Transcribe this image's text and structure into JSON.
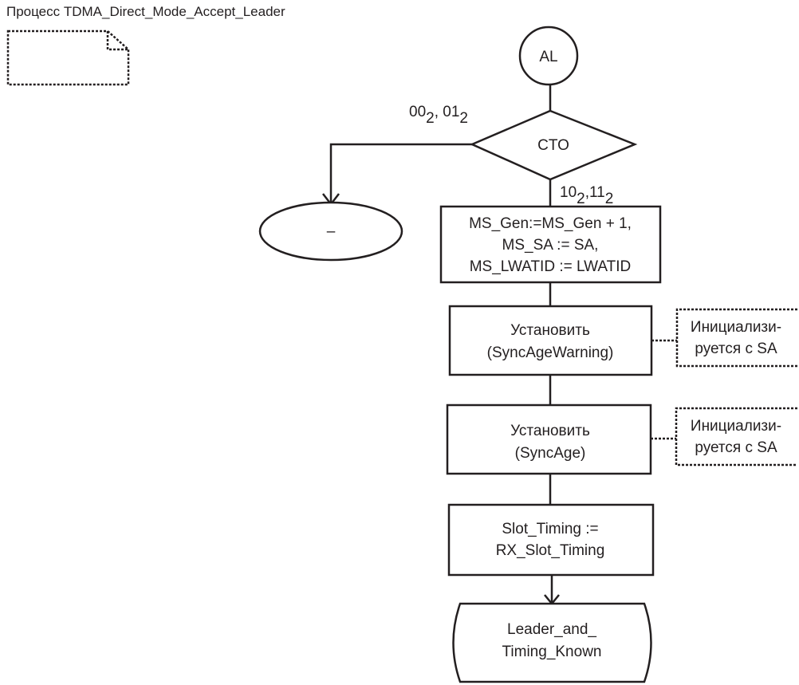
{
  "title": "Процесс TDMA_Direct_Mode_Accept_Leader",
  "start": {
    "label": "AL"
  },
  "decision": {
    "label": "CTO",
    "left_branch": {
      "v1": "00",
      "s1": "2",
      "sep": ", ",
      "v2": "01",
      "s2": "2"
    },
    "down_branch": {
      "v1": "10",
      "s1": "2",
      "sep": ",",
      "v2": "11",
      "s2": "2"
    }
  },
  "left_terminal": {
    "label": "–"
  },
  "task1": {
    "lines": [
      "MS_Gen:=MS_Gen + 1,",
      "MS_SA := SA,",
      "MS_LWATID  := LWATID"
    ]
  },
  "task2": {
    "lines": [
      "Установить",
      "(SyncAgeWarning)"
    ]
  },
  "comment2": {
    "lines": [
      "Инициализи-",
      "руется с SA"
    ]
  },
  "task3": {
    "lines": [
      "Установить",
      "(SyncAge)"
    ]
  },
  "comment3": {
    "lines": [
      "Инициализи-",
      "руется с SA"
    ]
  },
  "task4": {
    "lines": [
      "Slot_Timing :=",
      "RX_Slot_Timing"
    ]
  },
  "end_state": {
    "lines": [
      "Leader_and_",
      "Timing_Known"
    ]
  }
}
